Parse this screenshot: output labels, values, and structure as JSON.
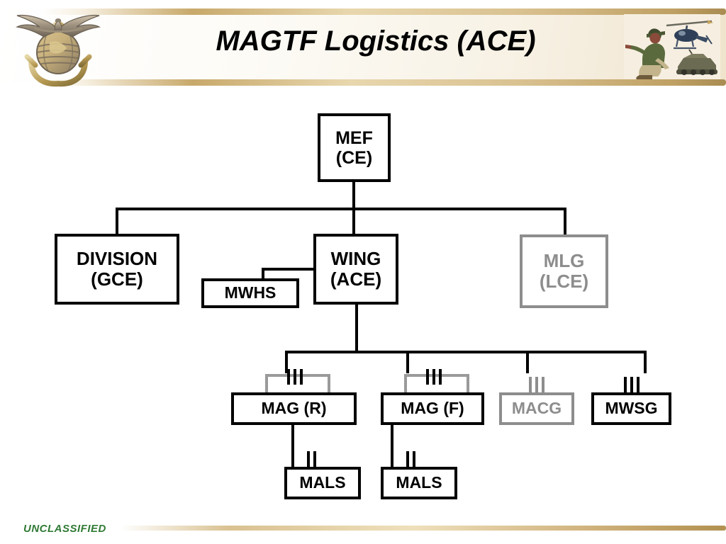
{
  "slide": {
    "title": "MAGTF Logistics (ACE)",
    "classification": "UNCLASSIFIED"
  },
  "banner": {
    "emblem_name": "usmc-eagle-globe-anchor-emblem",
    "collage_name": "military-operations-photo-collage"
  },
  "chart_data": {
    "type": "diagram",
    "title": "MAGTF Logistics (ACE)",
    "subtype": "organizational-hierarchy",
    "nodes": [
      {
        "id": "mef",
        "label_lines": [
          "MEF",
          "(CE)"
        ],
        "style": "active",
        "unit_symbol": ""
      },
      {
        "id": "division",
        "label_lines": [
          "DIVISION",
          "(GCE)"
        ],
        "style": "active",
        "unit_symbol": ""
      },
      {
        "id": "wing",
        "label_lines": [
          "WING",
          "(ACE)"
        ],
        "style": "active",
        "unit_symbol": ""
      },
      {
        "id": "mlg",
        "label_lines": [
          "MLG",
          "(LCE)"
        ],
        "style": "dimmed",
        "unit_symbol": ""
      },
      {
        "id": "mwhs",
        "label_lines": [
          "MWHS"
        ],
        "style": "active",
        "unit_symbol": ""
      },
      {
        "id": "mag_r",
        "label_lines": [
          "MAG (R)"
        ],
        "style": "active",
        "unit_symbol": "regiment-group-III"
      },
      {
        "id": "mag_f",
        "label_lines": [
          "MAG (F)"
        ],
        "style": "active",
        "unit_symbol": "regiment-group-III"
      },
      {
        "id": "macg",
        "label_lines": [
          "MACG"
        ],
        "style": "dimmed",
        "unit_symbol": "regiment-group-III"
      },
      {
        "id": "mwsg",
        "label_lines": [
          "MWSG"
        ],
        "style": "active",
        "unit_symbol": "regiment-group-III"
      },
      {
        "id": "mals_r",
        "label_lines": [
          "MALS"
        ],
        "style": "active",
        "unit_symbol": "battalion-squadron-II"
      },
      {
        "id": "mals_f",
        "label_lines": [
          "MALS"
        ],
        "style": "active",
        "unit_symbol": "battalion-squadron-II"
      }
    ],
    "edges": [
      {
        "from": "mef",
        "to": "division"
      },
      {
        "from": "mef",
        "to": "wing"
      },
      {
        "from": "mef",
        "to": "mlg"
      },
      {
        "from": "wing",
        "to": "mwhs"
      },
      {
        "from": "wing",
        "to": "mag_r"
      },
      {
        "from": "wing",
        "to": "mag_f"
      },
      {
        "from": "wing",
        "to": "macg"
      },
      {
        "from": "wing",
        "to": "mwsg"
      },
      {
        "from": "mag_r",
        "to": "mals_r"
      },
      {
        "from": "mag_f",
        "to": "mals_f"
      }
    ],
    "legend": [],
    "colors": {
      "active": "#000000",
      "dimmed": "#8d8d8d",
      "ghost": "#9a9a9a",
      "classification": "#2f7a34",
      "banner_gold": "#c8a96b",
      "background": "#ffffff"
    }
  },
  "nodes": {
    "mef": {
      "l1": "MEF",
      "l2": "(CE)"
    },
    "division": {
      "l1": "DIVISION",
      "l2": "(GCE)"
    },
    "wing": {
      "l1": "WING",
      "l2": "(ACE)"
    },
    "mlg": {
      "l1": "MLG",
      "l2": "(LCE)"
    },
    "mwhs": {
      "l1": "MWHS"
    },
    "mag_r": {
      "l1": "MAG (R)"
    },
    "mag_f": {
      "l1": "MAG (F)"
    },
    "macg": {
      "l1": "MACG"
    },
    "mwsg": {
      "l1": "MWSG"
    },
    "mals_r": {
      "l1": "MALS"
    },
    "mals_f": {
      "l1": "MALS"
    }
  }
}
